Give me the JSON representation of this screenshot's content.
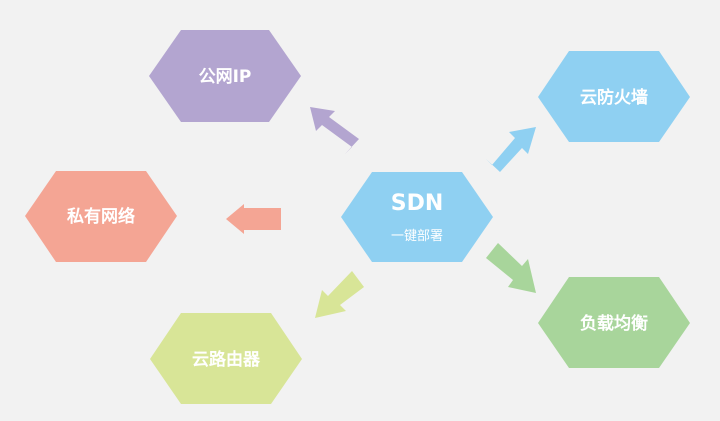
{
  "center": {
    "title": "SDN",
    "subtitle": "一键部署",
    "color": "#8fd0f2"
  },
  "nodes": {
    "public_ip": {
      "label": "公网IP",
      "color": "#b3a5d0",
      "arrow_color": "#b3a5d0"
    },
    "firewall": {
      "label": "云防火墙",
      "color": "#8fd0f2",
      "arrow_color": "#8fd0f2"
    },
    "private_network": {
      "label": "私有网络",
      "color": "#f4a594",
      "arrow_color": "#f4a594"
    },
    "load_balancer": {
      "label": "负载均衡",
      "color": "#a8d59b",
      "arrow_color": "#a8d59b"
    },
    "cloud_router": {
      "label": "云路由器",
      "color": "#d8e597",
      "arrow_color": "#d8e597"
    }
  }
}
